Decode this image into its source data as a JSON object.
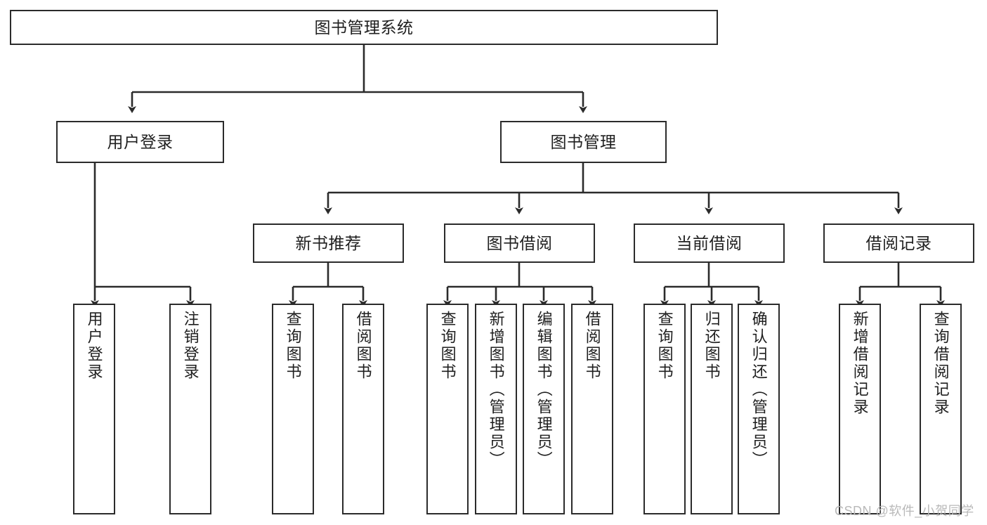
{
  "diagram": {
    "type": "hierarchy-tree",
    "title": "图书管理系统",
    "watermark": "CSDN @软件_小贺同学",
    "colors": {
      "stroke": "#2b2b2b",
      "fill": "#ffffff",
      "text": "#1f1f1f",
      "watermark": "#b9b9b9"
    },
    "levels": {
      "root": {
        "label": "图书管理系统"
      },
      "level2": [
        {
          "label": "用户登录"
        },
        {
          "label": "图书管理"
        }
      ],
      "level3": [
        {
          "label": "新书推荐"
        },
        {
          "label": "图书借阅"
        },
        {
          "label": "当前借阅"
        },
        {
          "label": "借阅记录"
        }
      ]
    },
    "leaves": {
      "user_login": [
        {
          "label": "用户登录"
        },
        {
          "label": "注销登录"
        }
      ],
      "new_book_recommend": [
        {
          "label": "查询图书"
        },
        {
          "label": "借阅图书"
        }
      ],
      "book_borrow": [
        {
          "label": "查询图书"
        },
        {
          "label": "新增图书（管理员）"
        },
        {
          "label": "编辑图书（管理员）"
        },
        {
          "label": "借阅图书"
        }
      ],
      "current_borrow": [
        {
          "label": "查询图书"
        },
        {
          "label": "归还图书"
        },
        {
          "label": "确认归还（管理员）"
        }
      ],
      "borrow_record": [
        {
          "label": "新增借阅记录"
        },
        {
          "label": "查询借阅记录"
        }
      ]
    }
  }
}
